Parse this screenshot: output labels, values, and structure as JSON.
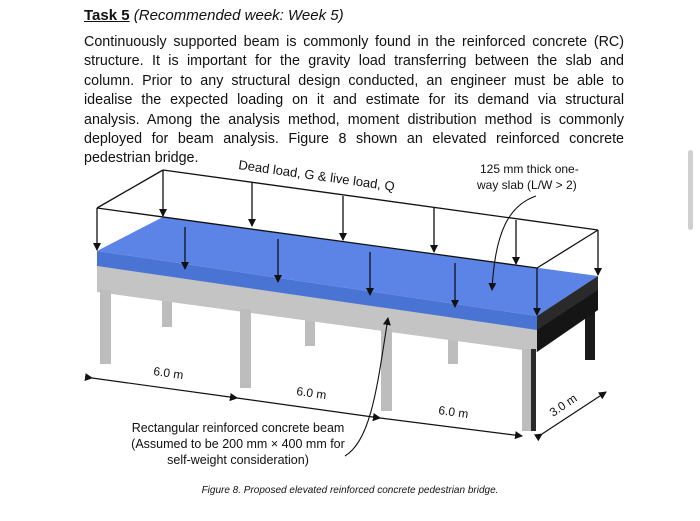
{
  "task": {
    "number": "Task 5",
    "week": "(Recommended week: Week 5)"
  },
  "paragraph": "Continuously supported beam is commonly found in the reinforced concrete (RC) structure. It is important for the gravity load transferring between the slab and column. Prior to any structural design conducted, an engineer must be able to idealise the expected loading on it and estimate for its demand via structural analysis. Among the analysis method, moment distribution method is commonly deployed for beam analysis. Figure 8 shown an elevated reinforced concrete pedestrian bridge.",
  "figure": {
    "load_label": "Dead load, G & live load, Q",
    "slab_label_line1": "125 mm thick one-",
    "slab_label_line2": "way slab (L/W > 2)",
    "span1": "6.0 m",
    "span2": "6.0 m",
    "span3": "6.0 m",
    "width": "3.0 m",
    "beam_line1": "Rectangular reinforced concrete beam",
    "beam_line2": "(Assumed to be 200 mm × 400 mm for",
    "beam_line3": "self-weight consideration)",
    "caption": "Figure 8. Proposed elevated reinforced concrete pedestrian bridge.",
    "colors": {
      "slab_top": "#5b84e6",
      "slab_front": "#4a74d4",
      "beam": "#c4c4c4",
      "column": "#bdbdbd",
      "dark_edge": "#151515"
    }
  }
}
